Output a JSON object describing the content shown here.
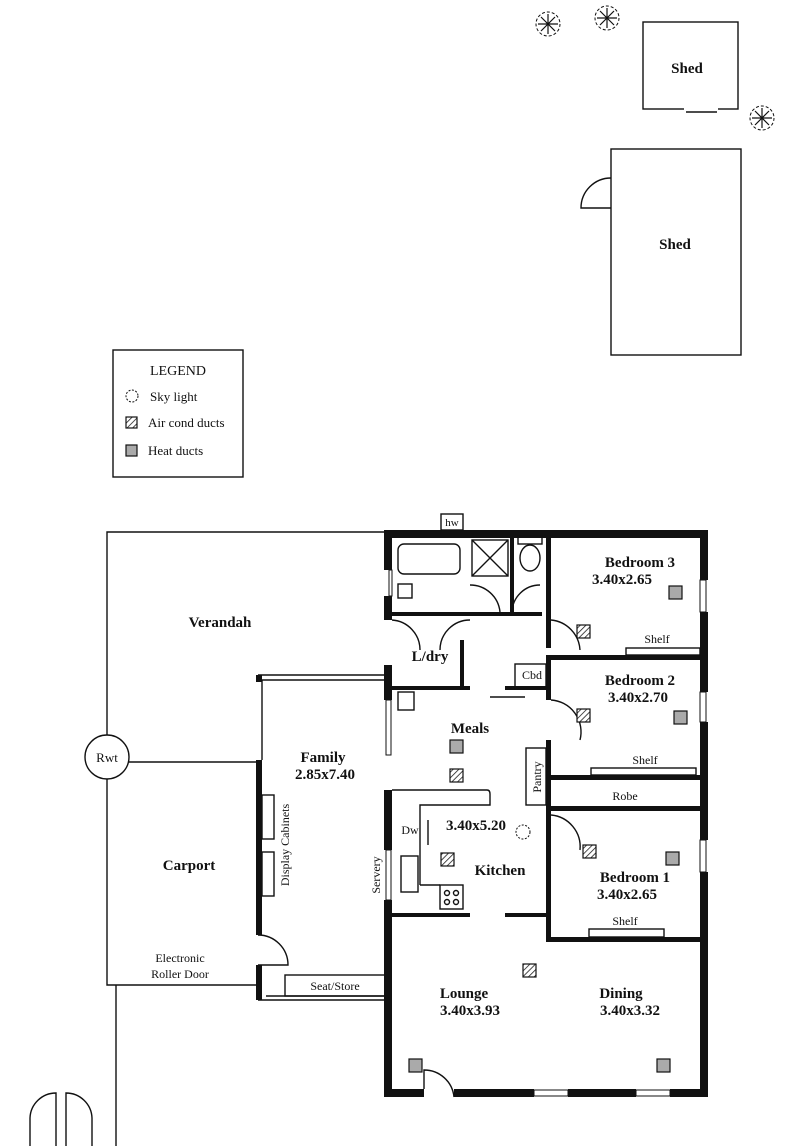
{
  "outbuildings": {
    "shed_1": "Shed",
    "shed_2": "Shed"
  },
  "legend": {
    "title": "LEGEND",
    "items": [
      {
        "icon": "skylight-icon",
        "label": "Sky light"
      },
      {
        "icon": "air-cond-duct-icon",
        "label": "Air cond ducts"
      },
      {
        "icon": "heat-duct-icon",
        "label": "Heat ducts"
      }
    ]
  },
  "rooms": {
    "verandah": "Verandah",
    "family": {
      "name": "Family",
      "size": "2.85x7.40"
    },
    "carport": "Carport",
    "roller_door": [
      "Electronic",
      "Roller Door"
    ],
    "seat_store": "Seat/Store",
    "display_cabinets": "Display Cabinets",
    "servery": "Servery",
    "meals": "Meals",
    "laundry": "L/dry",
    "cbd": "Cbd",
    "hw": "hw",
    "rwt": "Rwt",
    "bedroom3": {
      "name": "Bedroom 3",
      "size": "3.40x2.65",
      "shelf": "Shelf"
    },
    "bedroom2": {
      "name": "Bedroom 2",
      "size": "3.40x2.70",
      "shelf": "Shelf"
    },
    "pantry": "Pantry",
    "robe": "Robe",
    "kitchen": {
      "name": "Kitchen",
      "size": "3.40x5.20",
      "dw": "Dw"
    },
    "bedroom1": {
      "name": "Bedroom 1",
      "size": "3.40x2.65",
      "shelf": "Shelf"
    },
    "lounge": {
      "name": "Lounge",
      "size": "3.40x3.93"
    },
    "dining": {
      "name": "Dining",
      "size": "3.40x3.32"
    }
  }
}
